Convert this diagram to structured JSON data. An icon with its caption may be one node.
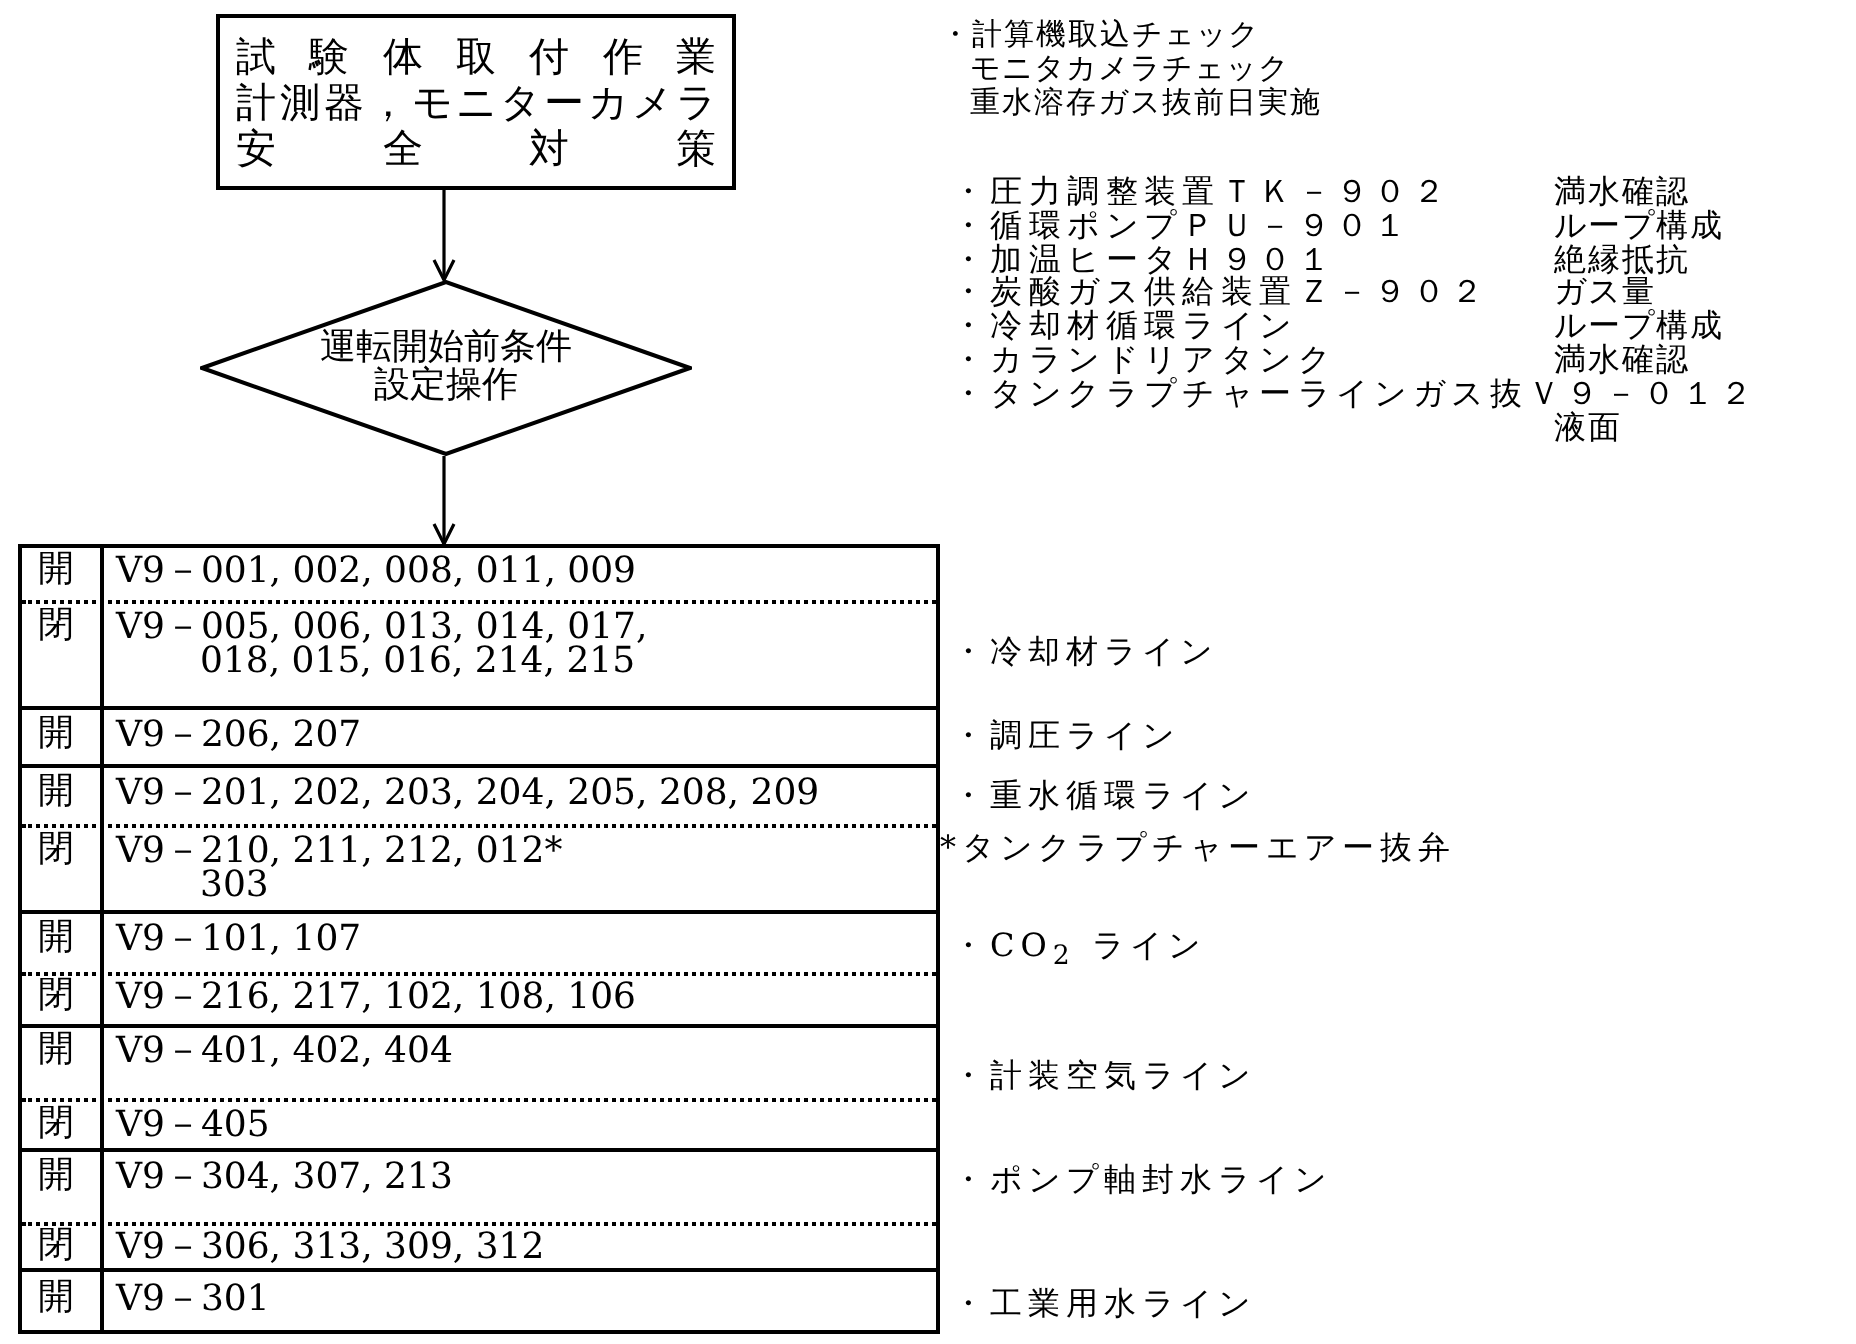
{
  "diagram": {
    "nodes": [
      {
        "text": [
          "試験体取付作業",
          "計測器，モニターカメラ",
          "安全対策"
        ]
      },
      {
        "text": [
          "運転開始前条件設定操作"
        ]
      },
      {
        "text": [],
        "shape": "box"
      }
    ],
    "edges": [
      {
        "from": 0,
        "to": 1,
        "arrow": "to"
      },
      {
        "from": 1,
        "to": 2,
        "arrow": "to"
      }
    ],
    "labels": [
      "・計算機取込チェック",
      "モニタカメラチェック",
      "重水溶存ガス抜前日実施",
      "・圧力調整装置ＴＫ－９０２",
      "満水確認",
      "・循環ポンプＰＵ－９０１",
      "ループ構成",
      "・加温ヒータＨ９０１",
      "絶縁抵抗",
      "・炭酸ガス供給装置Ｚ－９０２",
      "ガス量",
      "・冷却材循環ライン",
      "ループ構成",
      "・カランドリアタンク",
      "満水確認",
      "・タンクラプチャーラインガス抜Ｖ９－０１２",
      "液面",
      "開",
      "V9－001, 002, 008, 011, 009",
      "閉",
      "V9－005, 006, 013, 014, 017, 018, 015, 016, 214, 215",
      "開",
      "V9－206, 207",
      "開",
      "V9－201, 202, 203, 204, 205, 208, 209",
      "閉",
      "V9－210, 211, 212, 012* 303",
      "開",
      "V9－101, 107",
      "閉",
      "V9－216, 217, 102, 108, 106",
      "開",
      "V9－401, 402, 404",
      "閉",
      "V9－405",
      "開",
      "V9－304, 307, 213",
      "閉",
      "V9－306, 313, 309, 312",
      "開",
      "V9－301",
      "・冷却材ライン",
      "・調圧ライン",
      "・重水循環ライン",
      "*タンクラプチャーエアー抜弁",
      "・CO$_{2}$ ライン",
      "・計装空気ライン",
      "・ポンプ軸封水ライン",
      "・工業用水ライン"
    ]
  }
}
